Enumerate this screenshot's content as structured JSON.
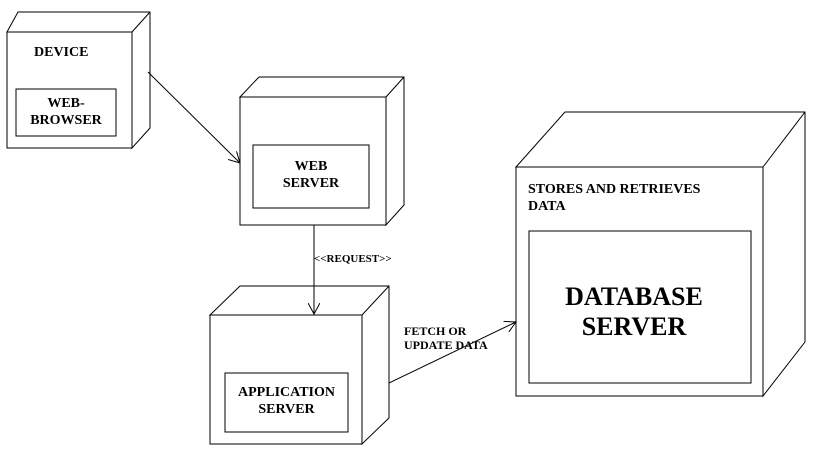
{
  "nodes": {
    "device": {
      "title": "DEVICE",
      "component": "WEB-\nBROWSER"
    },
    "web_server": {
      "component": "WEB\nSERVER"
    },
    "application_server": {
      "component": "APPLICATION\nSERVER"
    },
    "database_server": {
      "title": "STORES AND RETRIEVES\nDATA",
      "component": "DATABASE\nSERVER"
    }
  },
  "edges": {
    "web_to_app": "<<REQUEST>>",
    "app_to_db": "FETCH OR\nUPDATE DATA"
  },
  "colors": {
    "stroke": "#000000",
    "background": "#ffffff"
  }
}
